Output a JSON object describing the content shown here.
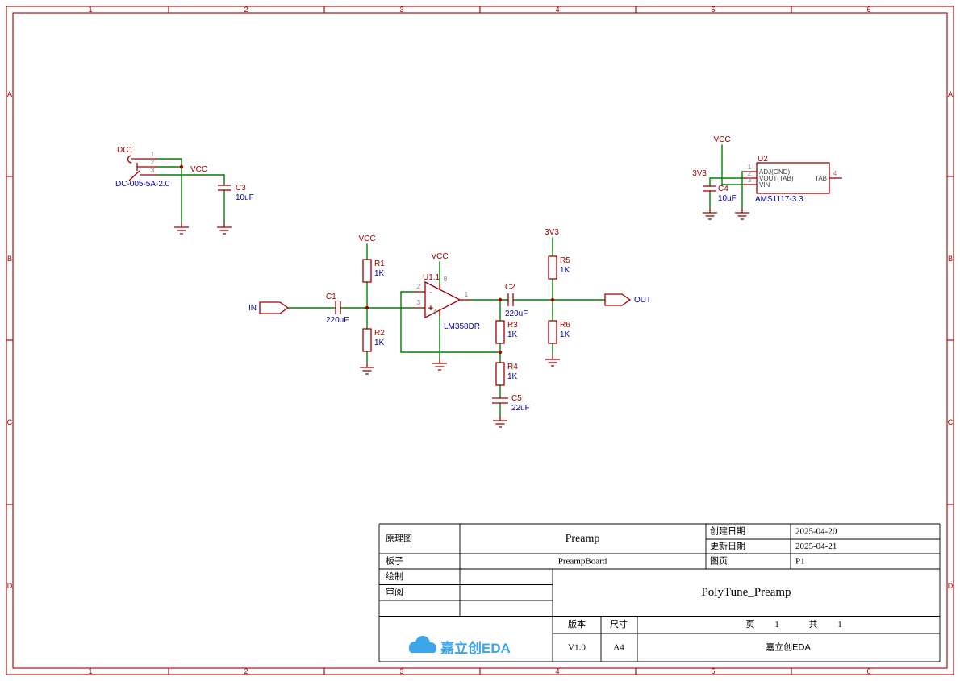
{
  "sheet": {
    "columns": [
      "1",
      "2",
      "3",
      "4",
      "5",
      "6"
    ],
    "rows": [
      "A",
      "B",
      "C",
      "D"
    ]
  },
  "colors": {
    "frame": "#A00000",
    "wire": "#008000",
    "symbol": "#A00000",
    "designator_text": "#A00000",
    "value_text": "#0000A4",
    "net_text": "#A00000",
    "pin_number_text": "#808080",
    "logo_blue": "#3AA5E8"
  },
  "nets": {
    "vcc": "VCC",
    "v33": "3V3"
  },
  "ports": {
    "in": "IN",
    "out": "OUT"
  },
  "components": {
    "dc1": {
      "ref": "DC1",
      "model": "DC-005-5A-2.0",
      "pin1": "1",
      "pin2": "2",
      "pin3": "3"
    },
    "c1": {
      "ref": "C1",
      "value": "220uF"
    },
    "c2": {
      "ref": "C2",
      "value": "220uF"
    },
    "c3": {
      "ref": "C3",
      "value": "10uF"
    },
    "c4": {
      "ref": "C4",
      "value": "10uF"
    },
    "c5": {
      "ref": "C5",
      "value": "22uF"
    },
    "r1": {
      "ref": "R1",
      "value": "1K"
    },
    "r2": {
      "ref": "R2",
      "value": "1K"
    },
    "r3": {
      "ref": "R3",
      "value": "1K"
    },
    "r4": {
      "ref": "R4",
      "value": "1K"
    },
    "r5": {
      "ref": "R5",
      "value": "1K"
    },
    "r6": {
      "ref": "R6",
      "value": "1K"
    },
    "u1": {
      "ref": "U1.1",
      "model": "LM358DR",
      "pin_out": "1",
      "pin_inv": "2",
      "pin_noninv": "3",
      "pin_vneg": "4",
      "pin_vpos": "8",
      "plus": "+",
      "minus": "-"
    },
    "u2": {
      "ref": "U2",
      "model": "AMS1117-3.3",
      "pin1": "1",
      "pin2": "2",
      "pin3": "3",
      "pin4": "4",
      "pin1_name": "ADJ(GND)",
      "pin2_name": "VOUT(TAB)",
      "pin3_name": "VIN",
      "pin4_name": "TAB"
    }
  },
  "title_block": {
    "schematic_label": "原理图",
    "schematic_value": "Preamp",
    "board_label": "板子",
    "board_value": "PreampBoard",
    "drawn_label": "绘制",
    "reviewed_label": "审阅",
    "created_label": "创建日期",
    "created_value": "2025-04-20",
    "updated_label": "更新日期",
    "updated_value": "2025-04-21",
    "sheet_label": "图页",
    "sheet_value": "P1",
    "project_title": "PolyTune_Preamp",
    "version_label": "版本",
    "version_value": "V1.0",
    "size_label": "尺寸",
    "size_value": "A4",
    "page_label": "页",
    "page_number": "1",
    "total_label": "共",
    "total_number": "1",
    "company": "嘉立创EDA",
    "logo_text": "嘉立创EDA"
  }
}
